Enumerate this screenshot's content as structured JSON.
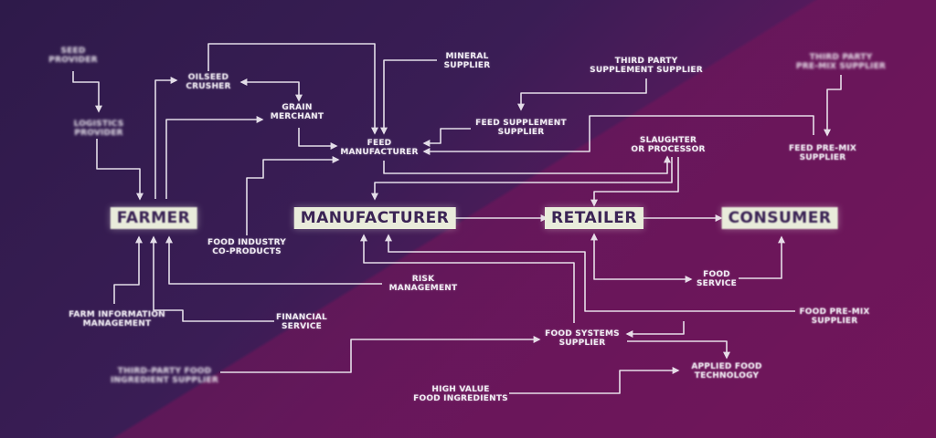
{
  "diagram": {
    "main_nodes": {
      "farmer": "FARMER",
      "manufacturer": "MANUFACTURER",
      "retailer": "RETAILER",
      "consumer": "CONSUMER"
    },
    "nodes": {
      "seed_provider": [
        "SEED",
        "PROVIDER"
      ],
      "logistics_provider": [
        "LOGISTICS",
        "PROVIDER"
      ],
      "oilseed_crusher": [
        "OILSEED",
        "CRUSHER"
      ],
      "grain_merchant": [
        "GRAIN",
        "MERCHANT"
      ],
      "feed_manufacturer": [
        "FEED",
        "MANUFACTURER"
      ],
      "mineral_supplier": [
        "MINERAL",
        "SUPPLIER"
      ],
      "third_party_supplement_supplier": [
        "THIRD PARTY",
        "SUPPLEMENT SUPPLIER"
      ],
      "feed_supplement_supplier": [
        "FEED SUPPLEMENT",
        "SUPPLIER"
      ],
      "third_party_premix_supplier": [
        "THIRD PARTY",
        "PRE-MIX SUPPLIER"
      ],
      "feed_premix_supplier": [
        "FEED PRE-MIX",
        "SUPPLIER"
      ],
      "slaughter_processor": [
        "SLAUGHTER",
        "OR PROCESSOR"
      ],
      "food_industry_coproducts": [
        "FOOD INDUSTRY",
        "CO-PRODUCTS"
      ],
      "risk_management": [
        "RISK",
        "MANAGEMENT"
      ],
      "food_service": [
        "FOOD",
        "SERVICE"
      ],
      "farm_information_management": [
        "FARM INFORMATION",
        "MANAGEMENT"
      ],
      "financial_service": [
        "FINANCIAL",
        "SERVICE"
      ],
      "food_premix_supplier": [
        "FOOD PRE-MIX",
        "SUPPLIER"
      ],
      "food_systems_supplier": [
        "FOOD SYSTEMS",
        "SUPPLIER"
      ],
      "third_party_food_ingredient_supplier": [
        "THIRD-PARTY FOOD",
        "INGREDIENT SUPPLIER"
      ],
      "applied_food_technology": [
        "APPLIED FOOD",
        "TECHNOLOGY"
      ],
      "high_value_food_ingredients": [
        "HIGH VALUE",
        "FOOD INGREDIENTS"
      ]
    },
    "colors": {
      "line": "#f2eef5",
      "box_bg": "#e9ecdb",
      "box_text": "#3b2455",
      "bg_dark": "#2e1a4a",
      "bg_magenta": "#6a1658"
    }
  }
}
